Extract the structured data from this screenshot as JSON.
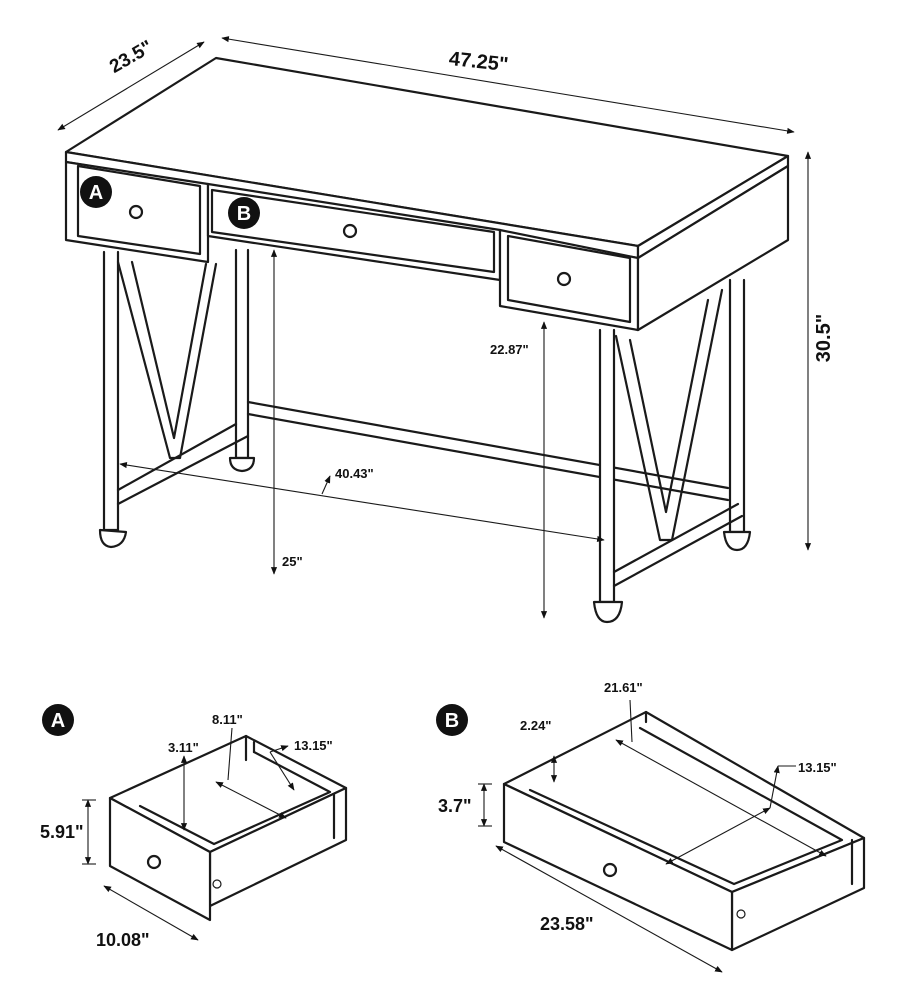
{
  "dimensions": {
    "depth": "23.5\"",
    "width": "47.25\"",
    "height": "30.5\"",
    "leg_span": "40.43\"",
    "knee_clearance": "25\"",
    "side_clearance": "22.87\""
  },
  "drawer_a": {
    "badge": "A",
    "height": "5.91\"",
    "inner_depth": "3.11\"",
    "inner_width": "8.11\"",
    "inner_length": "13.15\"",
    "width": "10.08\""
  },
  "drawer_b": {
    "badge": "B",
    "height": "3.7\"",
    "inner_depth": "2.24\"",
    "inner_width": "21.61\"",
    "inner_length": "13.15\"",
    "width": "23.58\""
  }
}
